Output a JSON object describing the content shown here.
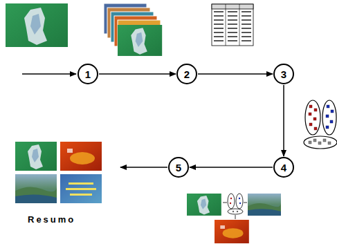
{
  "diagram": {
    "nodes": [
      {
        "text": [
          "1"
        ]
      },
      {
        "text": [
          "2"
        ]
      },
      {
        "text": [
          "3"
        ]
      },
      {
        "text": [
          "4"
        ]
      },
      {
        "text": [
          "5"
        ]
      }
    ],
    "edges": [
      {
        "from": 0,
        "to": 1,
        "arrow": "to"
      },
      {
        "from": 1,
        "to": 2,
        "arrow": "to"
      },
      {
        "from": 2,
        "to": 3,
        "arrow": "to"
      },
      {
        "from": 3,
        "to": 4,
        "arrow": "to"
      }
    ],
    "labels": [
      "Resumo"
    ]
  }
}
